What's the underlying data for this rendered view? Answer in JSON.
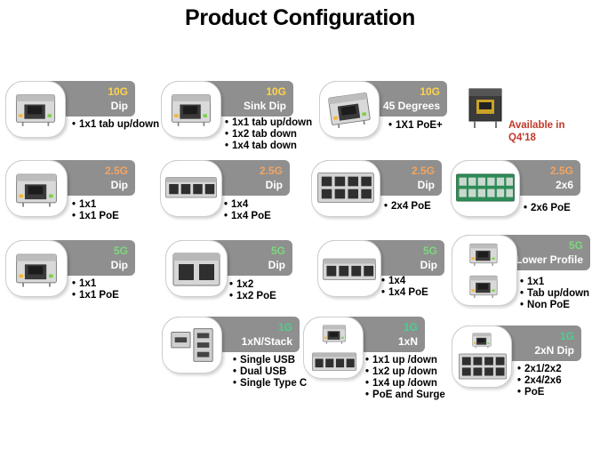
{
  "page": {
    "title": "Product Configuration"
  },
  "cards": [
    {
      "id": "10g-dip",
      "speed": "10G",
      "name": "Dip",
      "bullets": [
        "1x1 tab up/down"
      ]
    },
    {
      "id": "10g-sink",
      "speed": "10G",
      "name": "Sink Dip",
      "bullets": [
        "1x1 tab up/down",
        "1x2 tab down",
        "1x4 tab down"
      ]
    },
    {
      "id": "10g-45",
      "speed": "10G",
      "name": "45 Degrees",
      "bullets": [
        "1X1 PoE+"
      ]
    },
    {
      "id": "25g-dip-a",
      "speed": "2.5G",
      "name": "Dip",
      "bullets": [
        "1x1",
        "1x1 PoE"
      ]
    },
    {
      "id": "25g-dip-b",
      "speed": "2.5G",
      "name": "Dip",
      "bullets": [
        "1x4",
        "1x4 PoE"
      ]
    },
    {
      "id": "25g-dip-c",
      "speed": "2.5G",
      "name": "Dip",
      "bullets": [
        "2x4 PoE"
      ]
    },
    {
      "id": "25g-2x6",
      "speed": "2.5G",
      "name": "2x6",
      "bullets": [
        "2x6 PoE"
      ]
    },
    {
      "id": "5g-dip-a",
      "speed": "5G",
      "name": "Dip",
      "bullets": [
        "1x1",
        "1x1 PoE"
      ]
    },
    {
      "id": "5g-dip-b",
      "speed": "5G",
      "name": "Dip",
      "bullets": [
        "1x2",
        "1x2 PoE"
      ]
    },
    {
      "id": "5g-dip-c",
      "speed": "5G",
      "name": "Dip",
      "bullets": [
        "1x4",
        "1x4 PoE"
      ]
    },
    {
      "id": "5g-lower",
      "speed": "5G",
      "name": "Lower Profile",
      "bullets": [
        "1x1",
        "Tab up/down",
        "Non PoE"
      ]
    },
    {
      "id": "1g-stack",
      "speed": "1G",
      "name": "1xN/Stack",
      "bullets": [
        "Single USB",
        "Dual USB",
        "Single Type C"
      ]
    },
    {
      "id": "1g-1xn",
      "speed": "1G",
      "name": "1xN",
      "bullets": [
        "1x1 up /down",
        "1x2 up /down",
        "1x4 up /down",
        "PoE and Surge"
      ]
    },
    {
      "id": "1g-2xn",
      "speed": "1G",
      "name": "2xN Dip",
      "bullets": [
        "2x1/2x2",
        "2x4/2x6",
        "PoE"
      ]
    }
  ],
  "availability": {
    "line1": "Available in",
    "line2": "Q4'18"
  },
  "colors": {
    "header_gray": "#8f8f8f",
    "speed_10g": "#ffd34a",
    "speed_25g": "#f4a460",
    "speed_5g": "#7dd87d",
    "speed_1g": "#4ccf8e",
    "availability": "#c0392b"
  },
  "icons": [
    "rj45-jack-icon",
    "rj45-jack-gang-icon",
    "rj45-2xn-jack-icon",
    "usb-stack-jack-icon"
  ]
}
